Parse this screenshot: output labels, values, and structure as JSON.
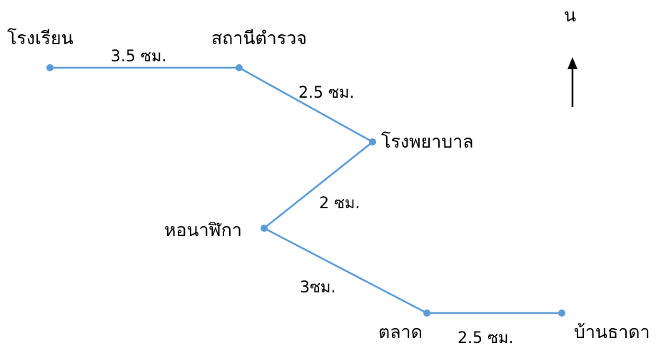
{
  "colors": {
    "route": "#5b9bd5",
    "node": "#5b9bd5",
    "text": "#000000",
    "arrow": "#000000"
  },
  "places": {
    "school": "โรงเรียน",
    "police": "สถานีตำรวจ",
    "hospital": "โรงพยาบาล",
    "clocktower": "หอนาฬิกา",
    "market": "ตลาด",
    "tada_home": "บ้านธาดา"
  },
  "distances": {
    "school_police": "3.5 ซม.",
    "police_hospital": "2.5 ซม.",
    "hospital_clocktower": "2 ซม.",
    "clocktower_market": "3ซม.",
    "market_home": "2.5 ซม."
  },
  "compass": {
    "north_label": "น",
    "icon": "north-arrow-icon"
  }
}
